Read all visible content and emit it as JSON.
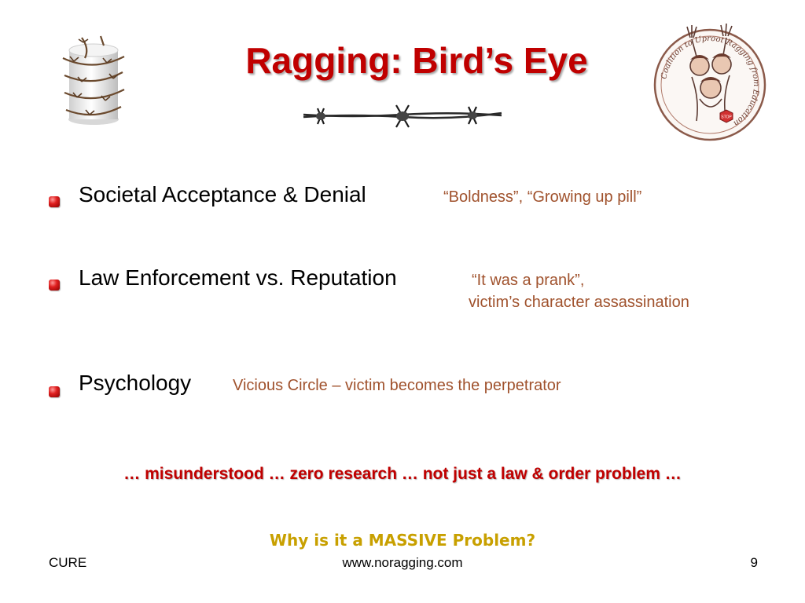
{
  "slide": {
    "title": "Ragging: Bird’s Eye",
    "bullets": [
      {
        "main": "Societal Acceptance & Denial",
        "sub": [
          "“Boldness”, “Growing up pill”"
        ]
      },
      {
        "main": "Law Enforcement vs. Reputation",
        "sub": [
          "“It was a prank”,",
          "victim’s character assassination"
        ]
      },
      {
        "main": "Psychology",
        "sub": [
          "Vicious Circle – victim becomes the perpetrator"
        ]
      }
    ],
    "tagline": "… misunderstood … zero research … not just a law & order problem …",
    "question": "Why is it a MASSIVE Problem?"
  },
  "logo": {
    "text_top": "Coalition to Uproot Ragging from Education",
    "stamp": "STOP"
  },
  "footer": {
    "left": "CURE",
    "center": "www.noragging.com",
    "right": "9"
  },
  "colors": {
    "title": "#c00000",
    "sub_text": "#a0522d",
    "question": "#c8a000",
    "bullet": "#e02020"
  },
  "icons": [
    "barbed-wire-spool-icon",
    "barbed-wire-divider-icon",
    "cure-logo-seal",
    "bullet-square-icon"
  ]
}
